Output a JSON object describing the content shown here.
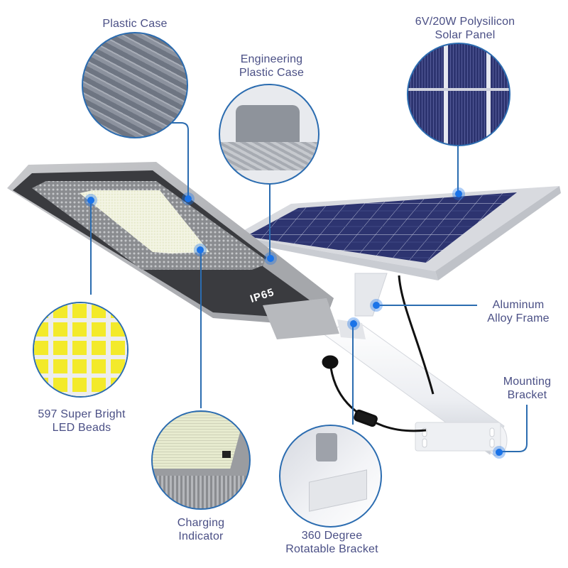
{
  "product": {
    "panel_marking": "IP65"
  },
  "callouts": {
    "plastic_case": {
      "label": "Plastic Case"
    },
    "engineering_case": {
      "line1": "Engineering",
      "line2": "Plastic Case"
    },
    "solar_panel": {
      "line1": "6V/20W Polysilicon",
      "line2": "Solar Panel"
    },
    "aluminum_frame": {
      "line1": "Aluminum",
      "line2": "Alloy Frame"
    },
    "mounting_bracket": {
      "line1": "Mounting",
      "line2": "Bracket"
    },
    "led_beads": {
      "line1": "597 Super Bright",
      "line2": "LED Beads"
    },
    "charging_indicator": {
      "line1": "Charging",
      "line2": "Indicator"
    },
    "rotatable_bracket": {
      "line1": "360 Degree",
      "line2": "Rotatable Bracket"
    }
  },
  "colors": {
    "label_text": "#4a4f85",
    "callout_line": "#2b6cb0",
    "callout_dot": "#1a73e8",
    "solar_cell": "#2d3470",
    "lamp_body": "#3a3b3f",
    "frame": "#d9dadd",
    "led_yellow": "#f3ea2a"
  }
}
